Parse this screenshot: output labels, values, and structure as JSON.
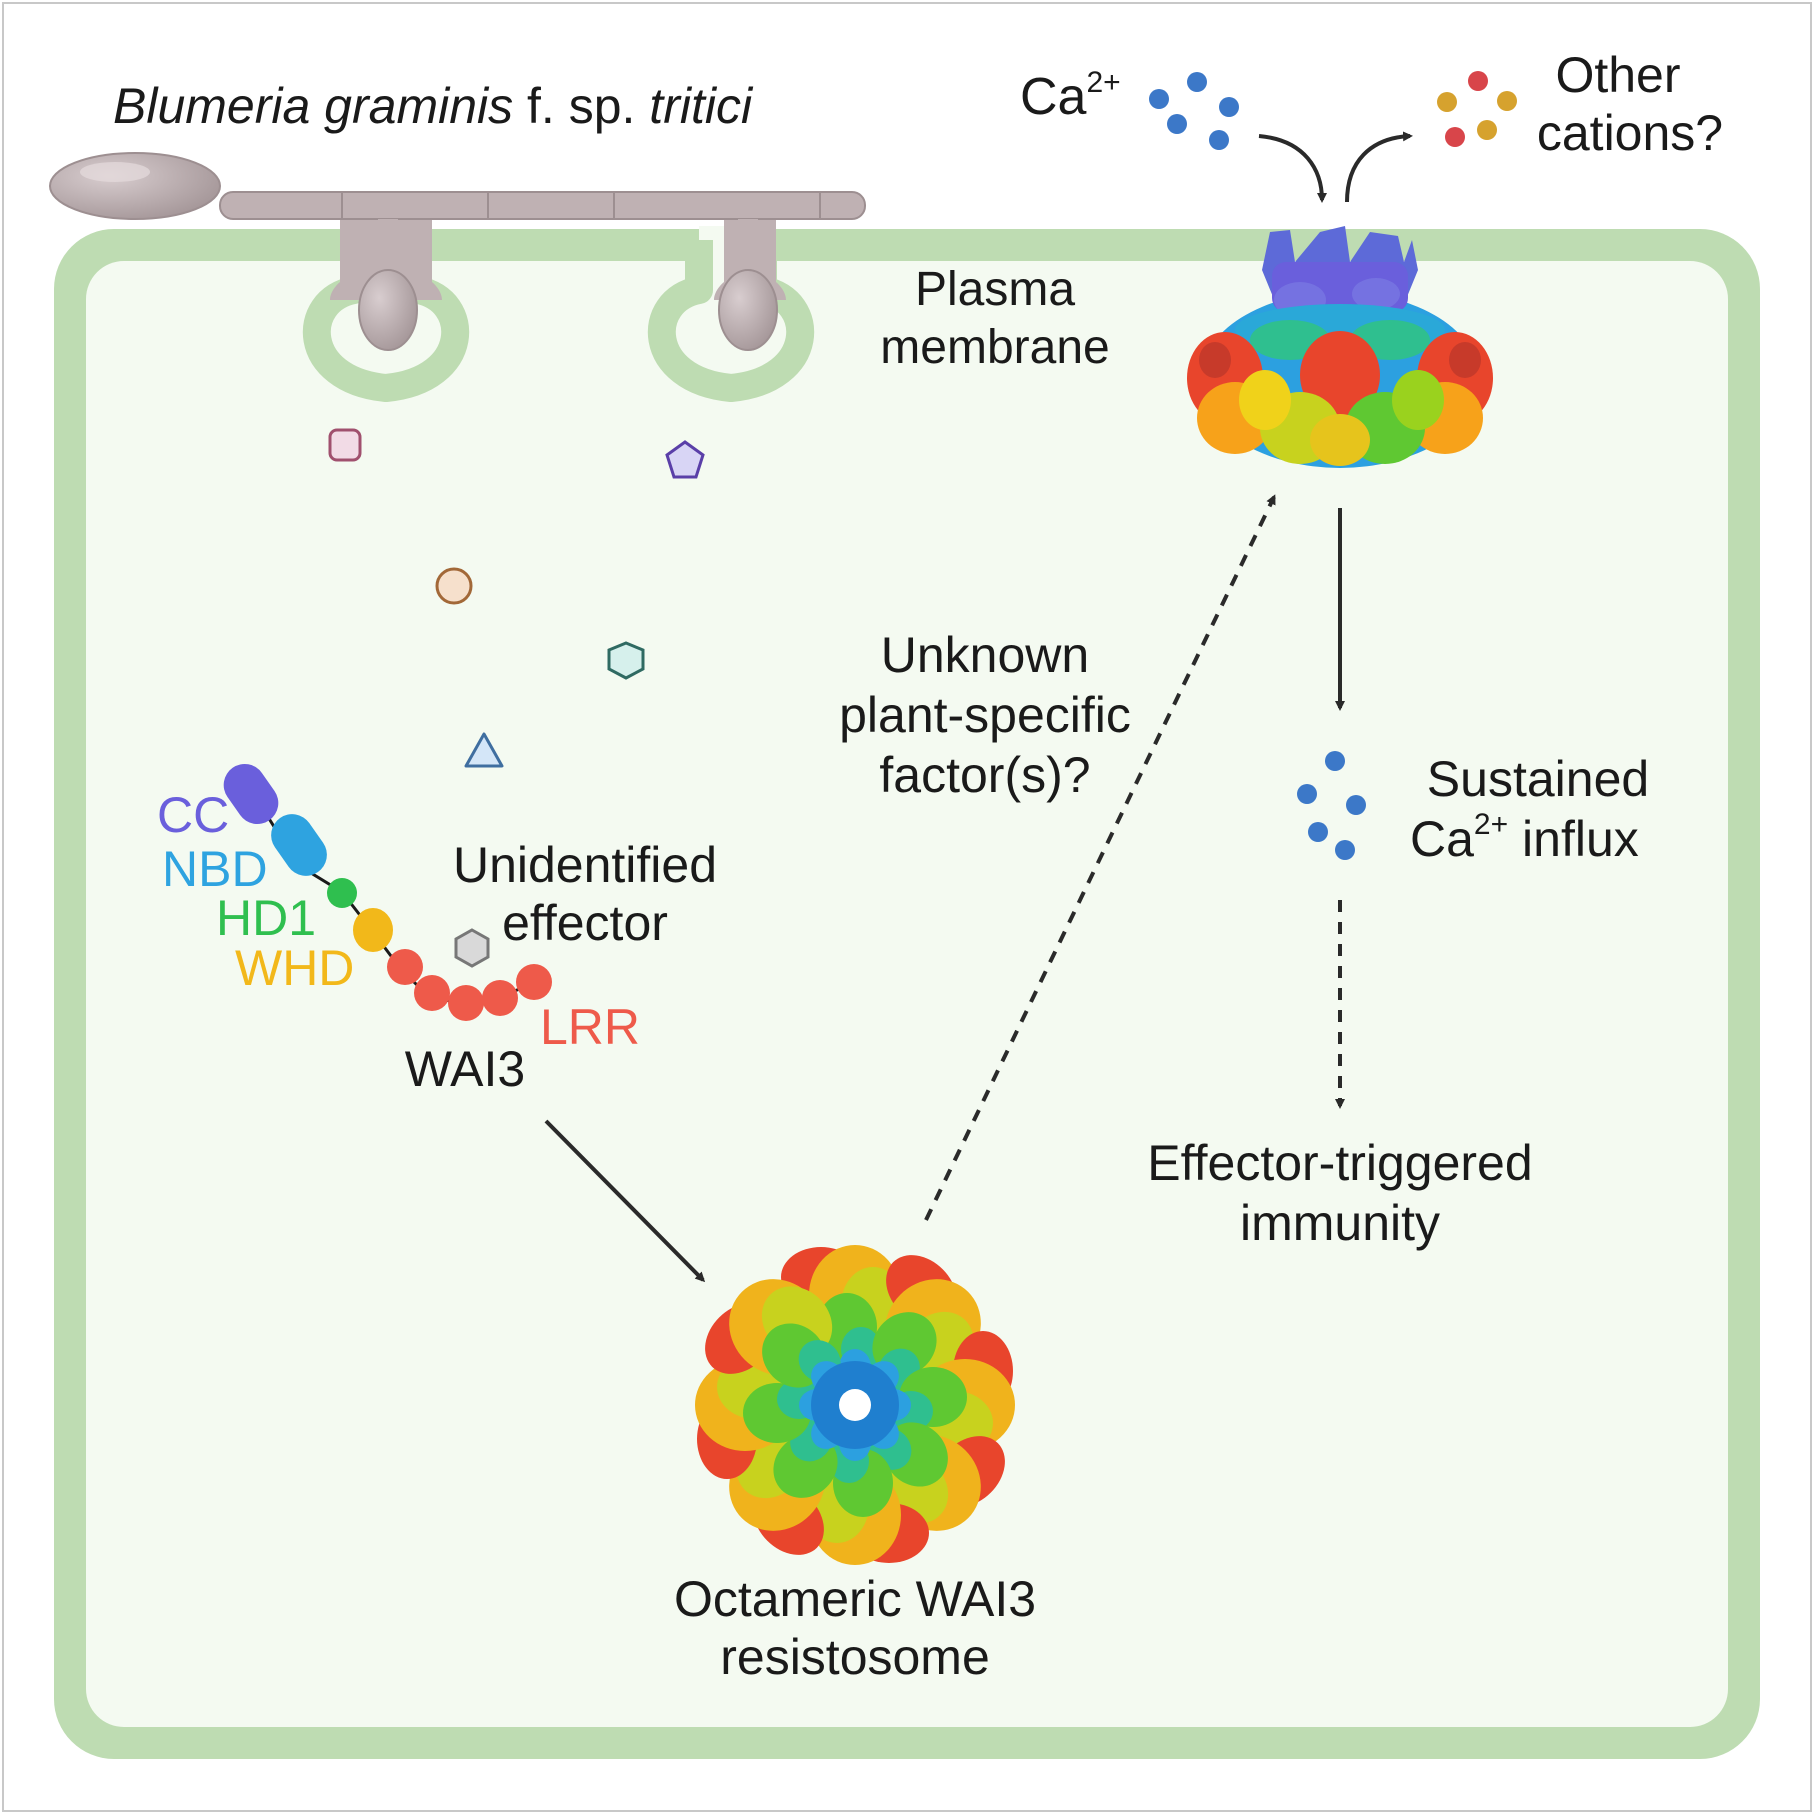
{
  "title": {
    "genus": "Blumeria graminis",
    "middle": " f. sp. ",
    "forma": "tritici"
  },
  "ions": {
    "ca_label": "Ca",
    "ca_charge": "2+",
    "other_line1": "Other",
    "other_line2": "cations?"
  },
  "membrane": {
    "line1": "Plasma",
    "line2": "membrane"
  },
  "unknown_factor": {
    "line1": "Unknown",
    "line2": "plant-specific",
    "line3": "factor(s)?"
  },
  "influx": {
    "line1": "Sustained",
    "line2_prefix": "Ca",
    "line2_charge": "2+",
    "line2_suffix": " influx"
  },
  "eti": {
    "line1": "Effector-triggered",
    "line2": "immunity"
  },
  "effector": {
    "line1": "Unidentified",
    "line2": "effector"
  },
  "wai3": {
    "name": "WAI3",
    "domains": [
      {
        "label": "CC",
        "color": "#6a5fdc"
      },
      {
        "label": "NBD",
        "color": "#2ea3e0"
      },
      {
        "label": "HD1",
        "color": "#2fbf4f"
      },
      {
        "label": "WHD",
        "color": "#f2b81a"
      },
      {
        "label": "LRR",
        "color": "#ee5a4a"
      }
    ]
  },
  "resistosome": {
    "line1": "Octameric WAI3",
    "line2": "resistosome"
  },
  "colors": {
    "cell_wall": "#bedcb2",
    "cytoplasm": "#f4faf1",
    "fungus": "#bfb1b3",
    "ca_ion": "#3c78c8",
    "other_red": "#d8454a",
    "other_gold": "#d6a22e"
  }
}
